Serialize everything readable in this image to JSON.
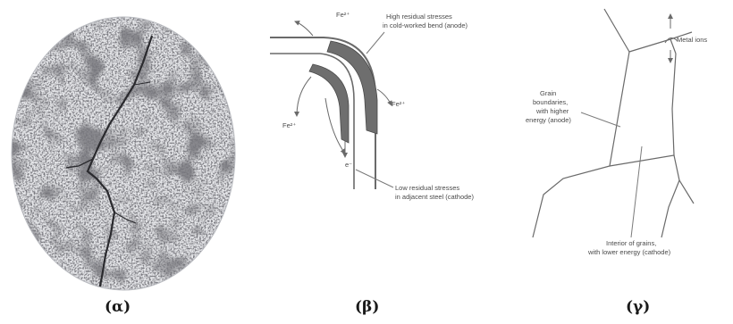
{
  "figure": {
    "panel_a": {
      "caption": "(α)"
    },
    "panel_b": {
      "caption": "(β)",
      "label_high_stress_line1": "High residual stresses",
      "label_high_stress_line2": "in cold-worked bend (anode)",
      "label_low_stress_line1": "Low residual stresses",
      "label_low_stress_line2": "in adjacent steel (cathode)",
      "ion_top": "Fe²⁺",
      "ion_right": "Fe²⁺",
      "ion_left": "Fe²⁺",
      "electron": "e⁻"
    },
    "panel_c": {
      "caption": "(γ)",
      "label_metal_ions": "Metal ions",
      "label_grain_line1": "Grain",
      "label_grain_line2": "boundaries,",
      "label_grain_line3": "with higher",
      "label_grain_line4": "energy (anode)",
      "label_interior_line1": "Interior of grains,",
      "label_interior_line2": "with lower energy (cathode)"
    }
  },
  "colors": {
    "metal_fill": "#6e6e6e",
    "line": "#6a6a6a"
  }
}
